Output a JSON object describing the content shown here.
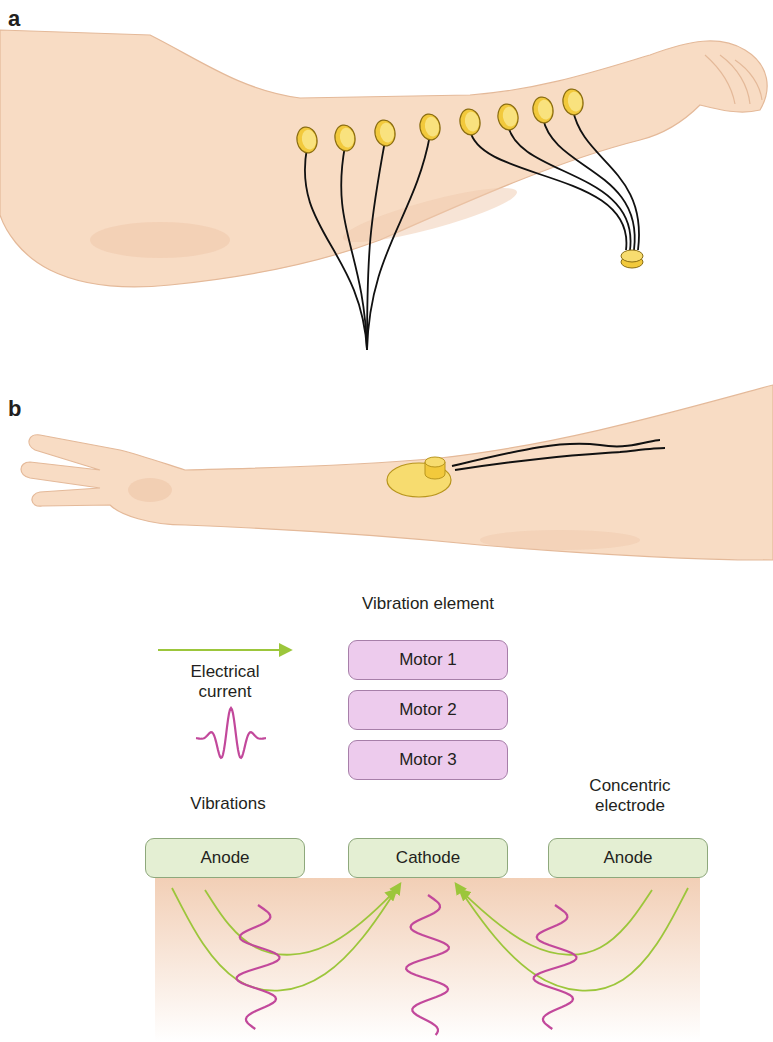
{
  "diagram": {
    "nodes": [
      {
        "text": [
          "Motor 1"
        ]
      },
      {
        "text": [
          "Motor 2"
        ]
      },
      {
        "text": [
          "Motor 3"
        ]
      },
      {
        "text": [
          "Anode"
        ]
      },
      {
        "text": [
          "Cathode"
        ]
      },
      {
        "text": [
          "Anode"
        ]
      }
    ],
    "labels": [
      "a",
      "b",
      "Vibration element",
      "Concentric electrode"
    ],
    "legend": [
      {
        "text": "Electrical current"
      },
      {
        "text": "Vibrations"
      }
    ]
  }
}
